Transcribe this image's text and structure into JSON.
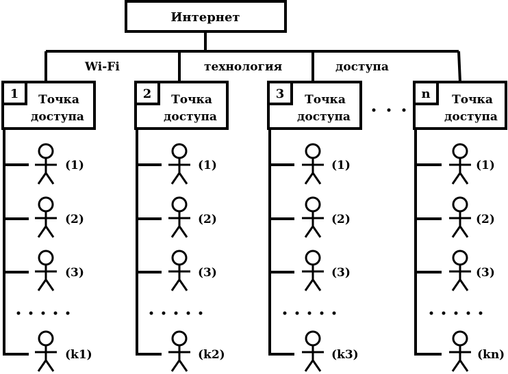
{
  "root": {
    "label": "Интернет"
  },
  "connection_label": [
    "Wi-Fi",
    "технология",
    "доступа"
  ],
  "access_points": [
    {
      "number": "1",
      "label_line1": "Точка",
      "label_line2": "доступа",
      "users": [
        "(1)",
        "(2)",
        "(3)"
      ],
      "last_user": "(k1)"
    },
    {
      "number": "2",
      "label_line1": "Точка",
      "label_line2": "доступа",
      "users": [
        "(1)",
        "(2)",
        "(3)"
      ],
      "last_user": "(k2)"
    },
    {
      "number": "3",
      "label_line1": "Точка",
      "label_line2": "доступа",
      "users": [
        "(1)",
        "(2)",
        "(3)"
      ],
      "last_user": "(k3)"
    },
    {
      "number": "n",
      "label_line1": "Точка",
      "label_line2": "доступа",
      "users": [
        "(1)",
        "(2)",
        "(3)"
      ],
      "last_user": "(kn)"
    }
  ],
  "colors": {
    "stroke": "#000000",
    "background": "#ffffff"
  }
}
